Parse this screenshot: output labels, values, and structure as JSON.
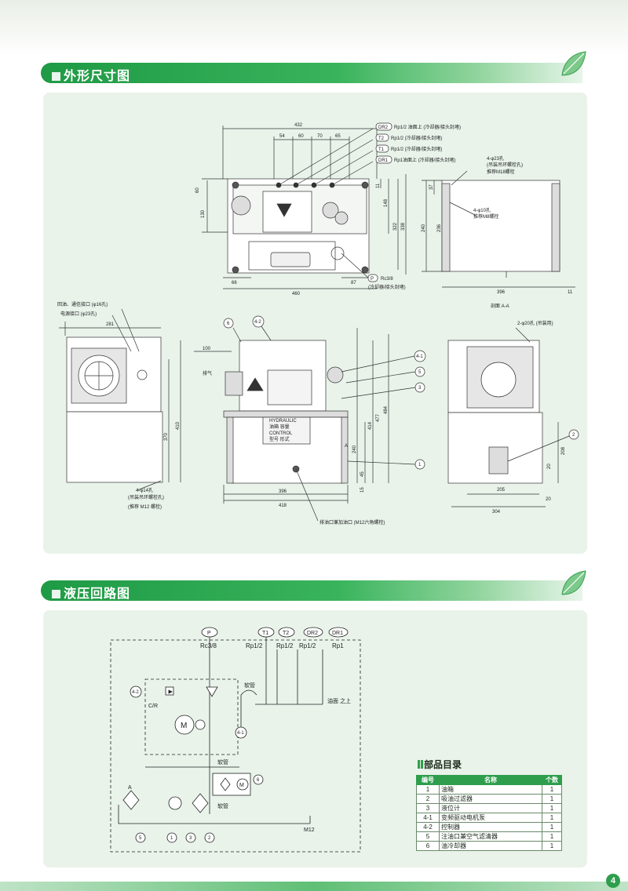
{
  "sections": {
    "dimensions_title": "外形尺寸图",
    "circuit_title": "液压回路图"
  },
  "top_view": {
    "callouts": [
      {
        "tag": "DR2",
        "text": "Rp1/2 油面上 (冷却器/接头封堵)"
      },
      {
        "tag": "T2",
        "text": "Rp1/2 (冷却器/接头封堵)"
      },
      {
        "tag": "T1",
        "text": "Rp1/2 (冷却器/接头封堵)"
      },
      {
        "tag": "DR1",
        "text": "Rp1油面上 (冷却器/接头封堵)"
      }
    ],
    "p_callout": {
      "tag": "P",
      "text": "Rc3/8",
      "note": "(冷却器/接头封堵)"
    },
    "dims": {
      "overall": "432",
      "d54": "54",
      "d60": "60",
      "d70": "70",
      "d65": "65",
      "v60": "60",
      "v130": "130",
      "h460": "460",
      "h66": "66",
      "h87": "87",
      "v11": "11",
      "v148": "148",
      "v322": "322",
      "v338": "338"
    }
  },
  "section_aa": {
    "label": "剖面 A-A",
    "note1": "4-φ23孔",
    "note1b": "(吊装吊环螺栓孔)",
    "note2": "推荐M18螺栓",
    "note3": "4-φ10孔",
    "note4": "推荐M8螺栓",
    "dims": {
      "v37": "37",
      "v240": "240",
      "v236": "236",
      "h396": "396",
      "h11": "11"
    }
  },
  "side_view": {
    "note1": "回油、通信接口 (φ16孔)",
    "note2": "电源接口 (φ23孔)",
    "d281": "281",
    "d370": "370",
    "d410": "410",
    "bolt_note1": "4-φ14孔",
    "bolt_note2": "(吊装吊环螺栓孔)",
    "bolt_note3": "(推荐 M12 螺栓)"
  },
  "front_view": {
    "d100": "100",
    "d396": "396",
    "d418": "418",
    "d414": "414",
    "d477": "477",
    "d484": "484",
    "d240": "240",
    "d45": "45",
    "d15": "15",
    "label_a": "A",
    "drain_note": "排油口兼加油口 (M12六角螺栓)",
    "arrow_label": "排气",
    "callouts": [
      "6",
      "4-2",
      "4-1",
      "5",
      "3",
      "1"
    ],
    "nameplate": [
      "HYDRAULIC",
      "油箱 容量",
      "CONTROL",
      "型号 形式"
    ]
  },
  "right_view": {
    "note": "2-φ20孔 (吊装用)",
    "callout": "2",
    "d205": "205",
    "d304": "304",
    "d20a": "20",
    "d20b": "20",
    "d208": "208"
  },
  "circuit": {
    "ports": [
      "P",
      "T1",
      "T2",
      "DR2",
      "DR1"
    ],
    "port_specs": [
      "Rc3/8",
      "Rp1/2",
      "Rp1/2",
      "Rp1/2",
      "Rp1"
    ],
    "labels": {
      "cr": "C/R",
      "hose1": "软管",
      "hose2": "软管",
      "hose3": "软管",
      "oil_level": "油面 之上",
      "m12": "M12",
      "a": "A"
    },
    "callouts": [
      "4-2",
      "4-1",
      "6",
      "5",
      "1",
      "3",
      "2"
    ]
  },
  "parts": {
    "title": "部品目录",
    "headers": [
      "编号",
      "名称",
      "个数"
    ],
    "rows": [
      {
        "no": "1",
        "name": "油箱",
        "qty": "1"
      },
      {
        "no": "2",
        "name": "吸油过滤器",
        "qty": "1"
      },
      {
        "no": "3",
        "name": "液位计",
        "qty": "1"
      },
      {
        "no": "4-1",
        "name": "变频驱动电机泵",
        "qty": "1"
      },
      {
        "no": "4-2",
        "name": "控制器",
        "qty": "1"
      },
      {
        "no": "5",
        "name": "注油口兼空气滤清器",
        "qty": "1"
      },
      {
        "no": "6",
        "name": "油冷却器",
        "qty": "1"
      }
    ]
  },
  "page_number": "4"
}
